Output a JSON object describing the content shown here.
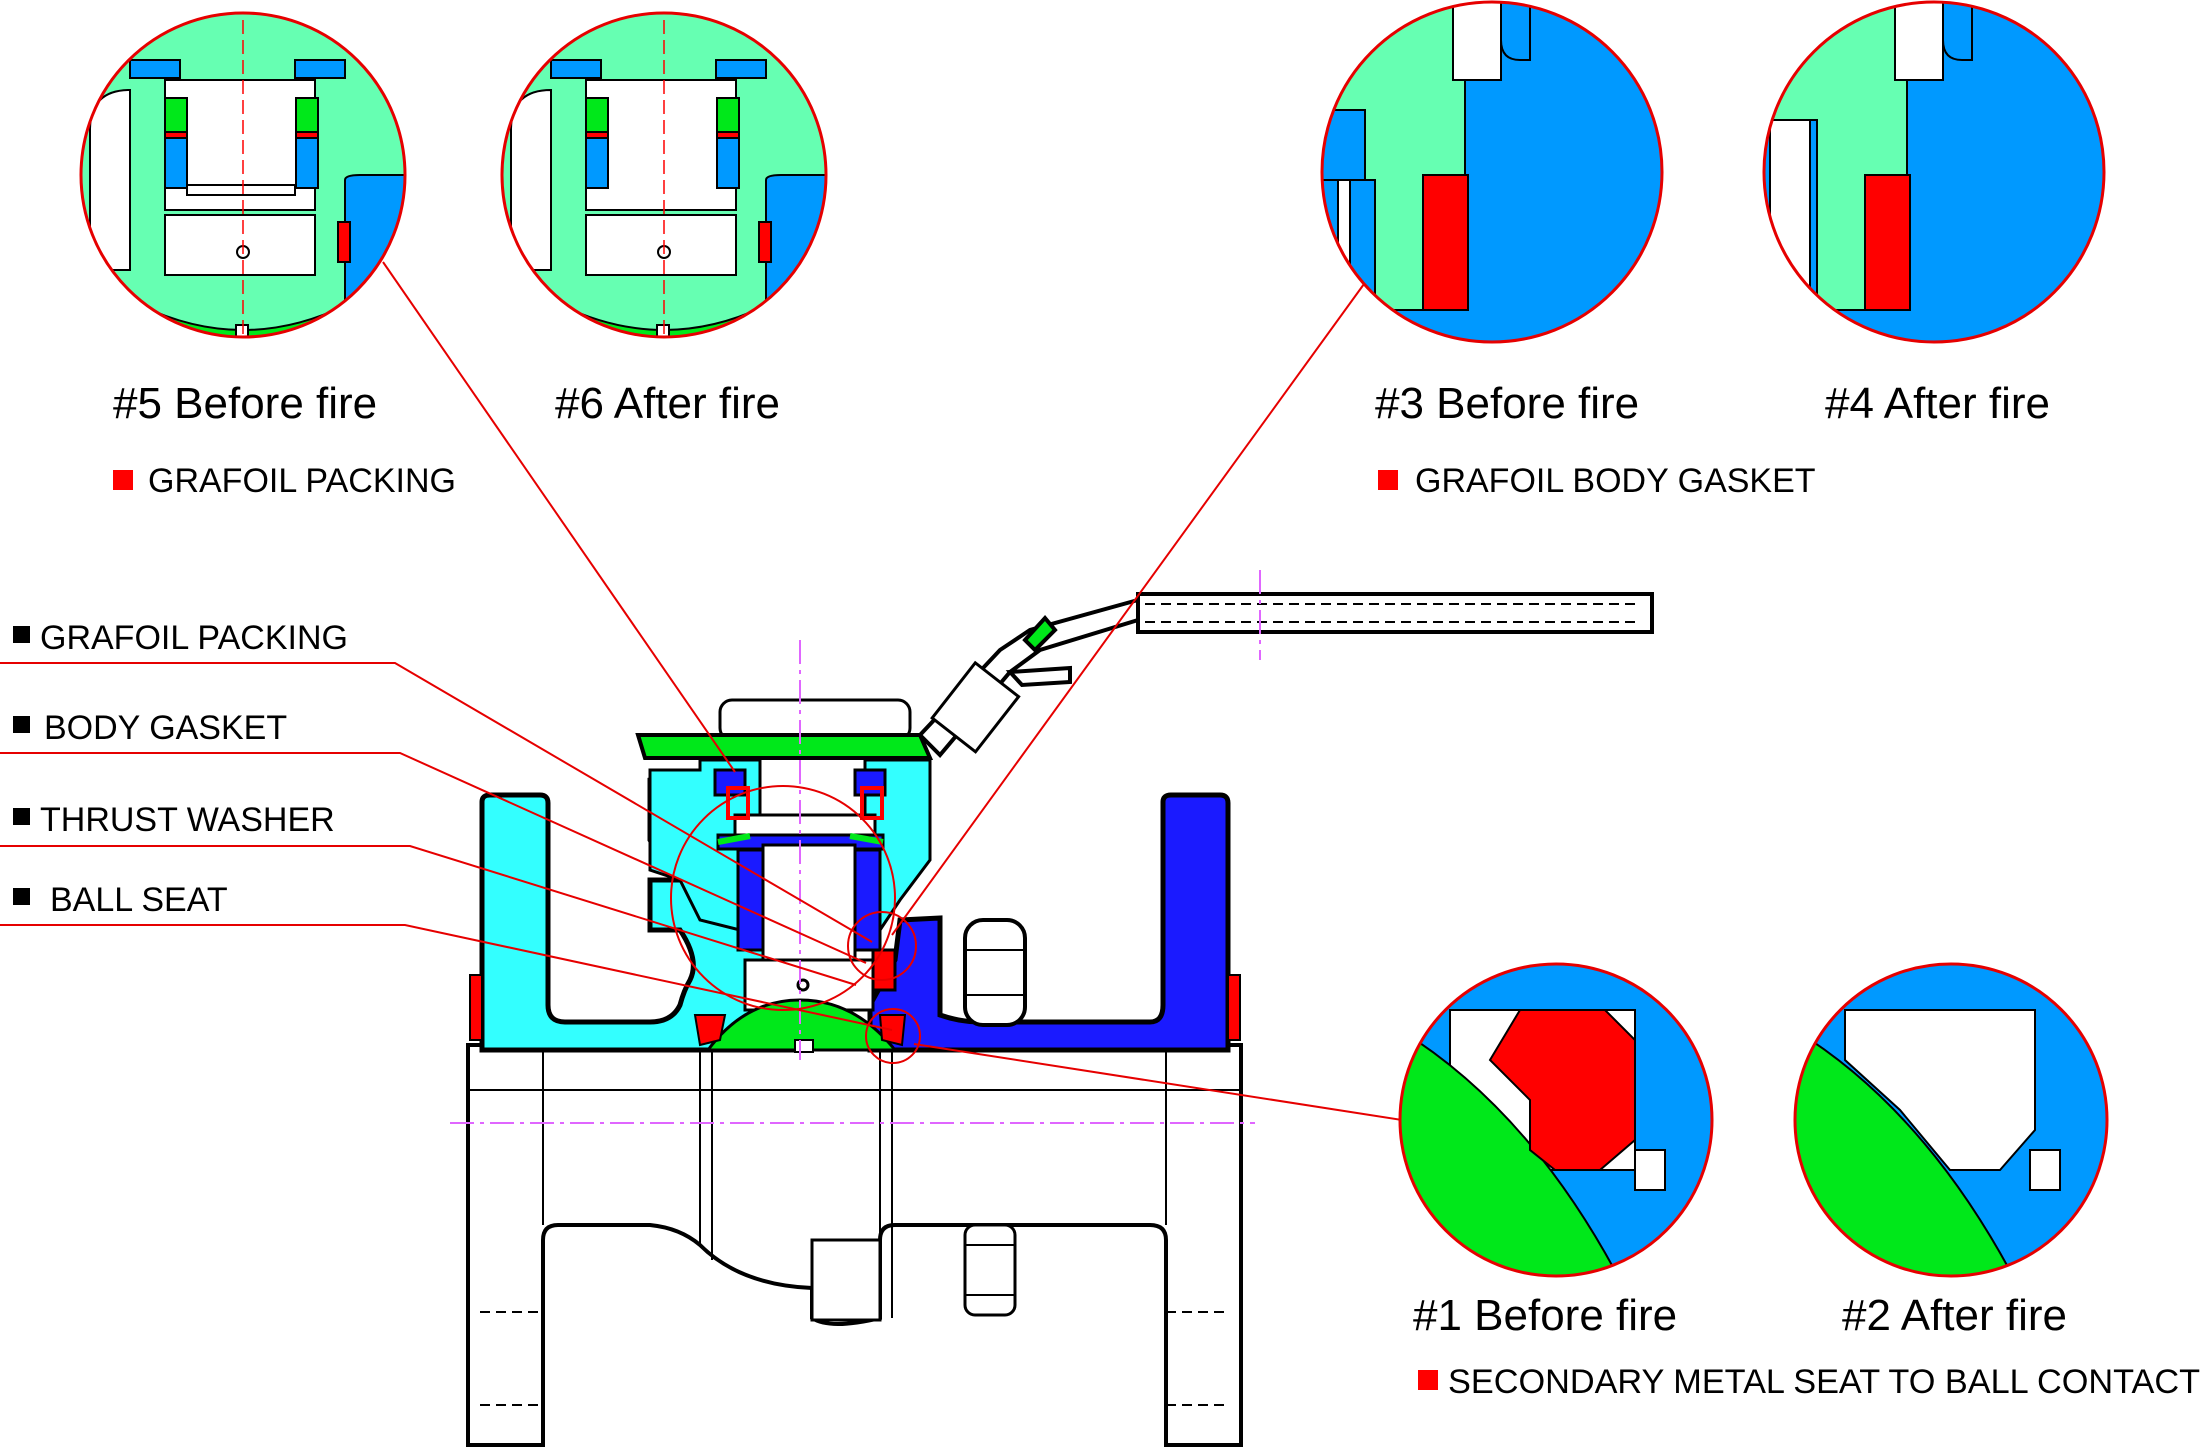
{
  "colors": {
    "seal_red": "#ff0000",
    "body_cyan": "#33ffff",
    "body_blue": "#1a1aff",
    "detail_blue": "#0099ff",
    "ball_green": "#00e81a",
    "body_mint": "#66ffb2",
    "leader_red": "#e60000",
    "centerline_magenta": "#e066ff"
  },
  "details": {
    "d5": "#5 Before fire",
    "d6": "#6 After fire",
    "d3": "#3 Before fire",
    "d4": "#4 After fire",
    "d1": "#1 Before fire",
    "d2": "#2 After fire"
  },
  "legends": {
    "top_left": "GRAFOIL PACKING",
    "top_right": "GRAFOIL BODY GASKET",
    "bottom_right": "SECONDARY METAL SEAT  TO BALL CONTACT"
  },
  "callouts": [
    "GRAFOIL PACKING",
    "BODY GASKET",
    "THRUST WASHER",
    "BALL SEAT"
  ]
}
